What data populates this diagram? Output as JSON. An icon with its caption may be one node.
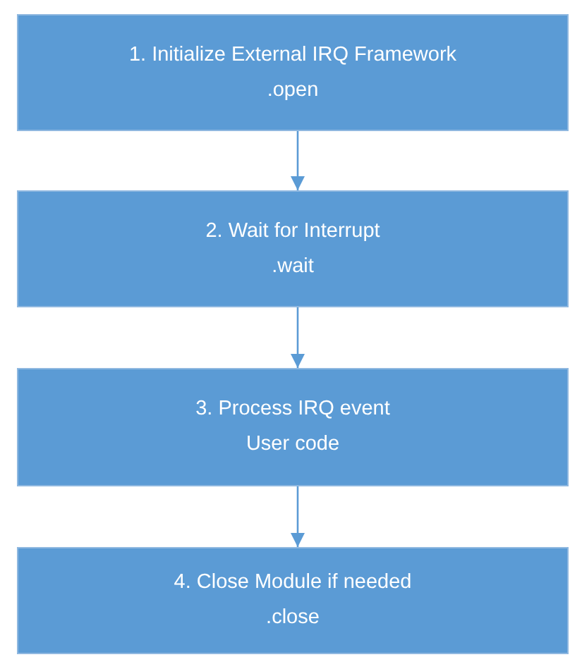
{
  "diagram": {
    "nodes": [
      {
        "text": [
          "1. Initialize External IRQ Framework",
          ".open"
        ]
      },
      {
        "text": [
          "2. Wait for Interrupt",
          ".wait"
        ]
      },
      {
        "text": [
          "3. Process IRQ event",
          "User code"
        ]
      },
      {
        "text": [
          "4. Close Module if needed",
          ".close"
        ]
      }
    ],
    "edges": [
      {
        "from": 0,
        "to": 1,
        "arrow": "to"
      },
      {
        "from": 1,
        "to": 2,
        "arrow": "to"
      },
      {
        "from": 2,
        "to": 3,
        "arrow": "to"
      }
    ]
  }
}
